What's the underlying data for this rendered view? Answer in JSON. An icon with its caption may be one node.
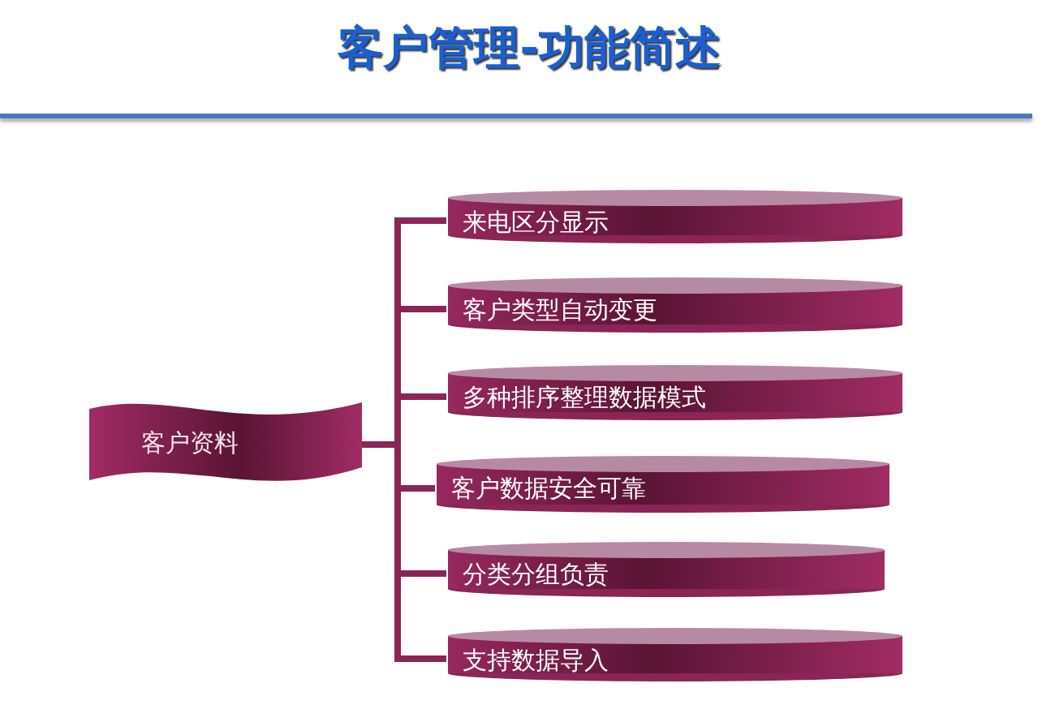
{
  "diagram": {
    "title": "客户管理-功能简述",
    "nodes": [
      {
        "text": [
          "客户资料"
        ]
      },
      {
        "text": [
          "来电区分显示"
        ]
      },
      {
        "text": [
          "客户类型自动变更"
        ]
      },
      {
        "text": [
          "多种排序整理数据模式"
        ]
      },
      {
        "text": [
          "客户数据安全可靠"
        ]
      },
      {
        "text": [
          "分类分组负责"
        ]
      },
      {
        "text": [
          "支持数据导入"
        ]
      }
    ],
    "edges": [
      {
        "from": 0,
        "to": 1,
        "arrow": "none"
      },
      {
        "from": 0,
        "to": 2,
        "arrow": "none"
      },
      {
        "from": 0,
        "to": 3,
        "arrow": "none"
      },
      {
        "from": 0,
        "to": 4,
        "arrow": "none"
      },
      {
        "from": 0,
        "to": 5,
        "arrow": "none"
      },
      {
        "from": 0,
        "to": 6,
        "arrow": "none"
      }
    ]
  }
}
